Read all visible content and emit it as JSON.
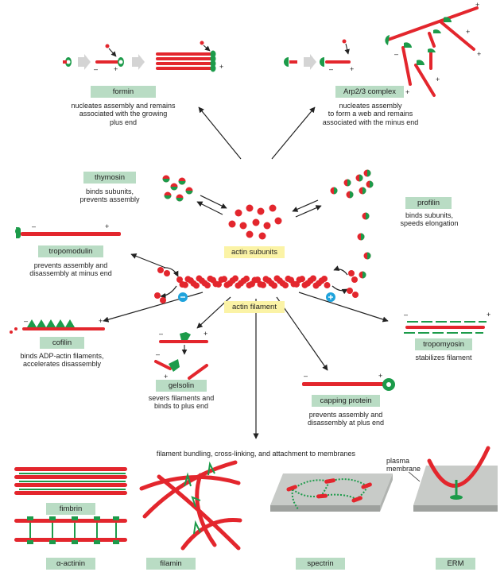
{
  "colors": {
    "actin": "#e3262d",
    "green": "#1c9b4a",
    "label_green": "#b9dcc4",
    "label_yellow": "#fbf3a6",
    "ion": "#1fa3dc",
    "plate": "#c8cbc8"
  },
  "proteins": {
    "formin": {
      "name": "formin",
      "desc": "nucleates assembly and remains\nassociated with the growing\nplus end"
    },
    "arp23": {
      "name": "Arp2/3 complex",
      "desc": "nucleates assembly\nto form a web and remains\nassociated with the minus end"
    },
    "thymosin": {
      "name": "thymosin",
      "desc": "binds subunits,\nprevents assembly"
    },
    "profilin": {
      "name": "profilin",
      "desc": "binds subunits,\nspeeds elongation"
    },
    "tropomodulin": {
      "name": "tropomodulin",
      "desc": "prevents assembly and\ndisassembly at minus end"
    },
    "cofilin": {
      "name": "cofilin",
      "desc": "binds ADP-actin filaments,\naccelerates disassembly"
    },
    "tropomyosin": {
      "name": "tropomyosin",
      "desc": "stabilizes filament"
    },
    "gelsolin": {
      "name": "gelsolin",
      "desc": "severs filaments and\nbinds to plus end"
    },
    "capping": {
      "name": "capping protein",
      "desc": "prevents assembly and\ndisassembly at plus end"
    }
  },
  "center": {
    "subunits": "actin subunits",
    "filament": "actin filament"
  },
  "bundling": {
    "heading": "filament bundling, cross-linking, and attachment to membranes",
    "fimbrin": "fimbrin",
    "actinin": "α-actinin",
    "filamin": "filamin",
    "spectrin": "spectrin",
    "erm": "ERM",
    "plasma_membrane": "plasma\nmembrane"
  },
  "signs": {
    "plus": "+",
    "minus": "–"
  }
}
